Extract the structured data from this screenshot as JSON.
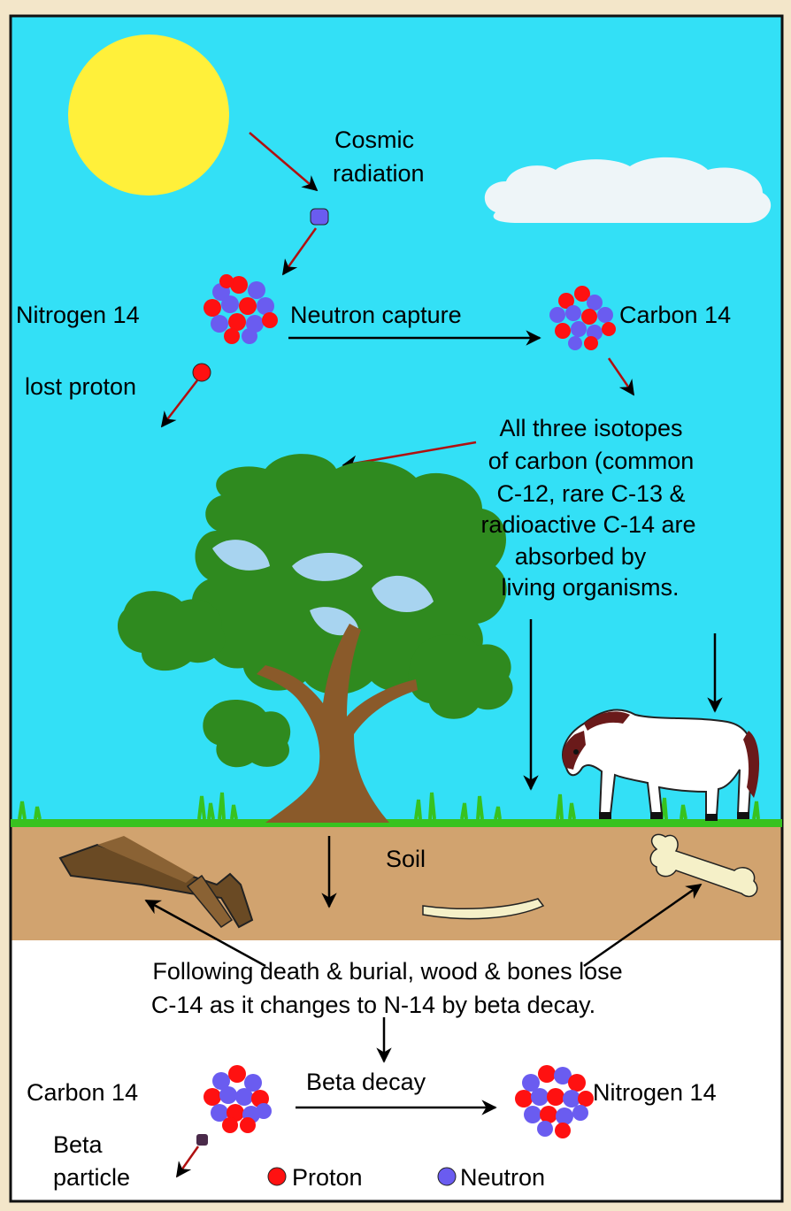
{
  "labels": {
    "cosmic_1": "Cosmic",
    "cosmic_2": "radiation",
    "nitrogen14_top": "Nitrogen 14",
    "neutron_capture": "Neutron capture",
    "carbon14_top": "Carbon 14",
    "lost_proton": "lost proton",
    "isotopes_1": "All three isotopes",
    "isotopes_2": "of carbon (common",
    "isotopes_3": "C-12, rare C-13 &",
    "isotopes_4": "radioactive C-14 are",
    "isotopes_5": "absorbed by",
    "isotopes_6": "living organisms.",
    "soil": "Soil",
    "death_1": "Following death & burial, wood & bones lose",
    "death_2": "C-14 as it changes to N-14 by beta decay.",
    "carbon14_bottom": "Carbon 14",
    "beta_decay": "Beta decay",
    "nitrogen14_bottom": "Nitrogen 14",
    "beta_1": "Beta",
    "beta_2": "particle",
    "legend_proton": "Proton",
    "legend_neutron": "Neutron"
  },
  "colors": {
    "sky": "#33e0f6",
    "sun": "#fff03a",
    "cloud": "#eef5f8",
    "grass": "#37c21f",
    "soil": "#d1a36f",
    "underground": "#ffffff",
    "proton": "#ff1111",
    "neutron": "#6a5cf0",
    "tree_leaves": "#2f8a1f",
    "trunk": "#8a5a2a",
    "arrow_red": "#b01010",
    "frame": "#111111"
  },
  "icons": {
    "sun": "sun-icon",
    "cloud": "cloud-icon",
    "tree": "tree-icon",
    "horse": "horse-icon",
    "bone": "bone-icon",
    "wood": "wood-log-icon"
  }
}
